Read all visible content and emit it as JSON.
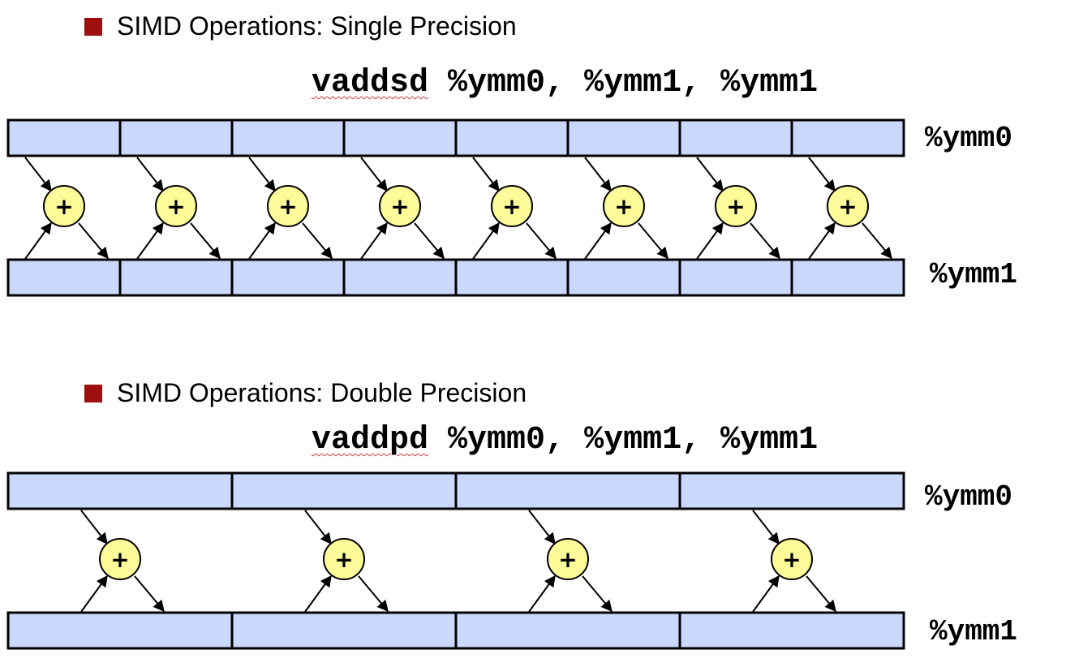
{
  "sections": [
    {
      "title": "SIMD Operations: Single Precision",
      "instruction": {
        "mnemonic": "vaddsd",
        "operands": " %ymm0, %ymm1, %ymm1"
      },
      "reg_top": "%ymm0",
      "reg_bottom": "%ymm1",
      "lanes": 8,
      "op_symbol": "+"
    },
    {
      "title": "SIMD Operations: Double Precision",
      "instruction": {
        "mnemonic": "vaddpd",
        "operands": " %ymm0, %ymm1, %ymm1"
      },
      "reg_top": "%ymm0",
      "reg_bottom": "%ymm1",
      "lanes": 4,
      "op_symbol": "+"
    }
  ],
  "colors": {
    "cell_fill": "#c9d8fb",
    "adder_fill": "#fdfb9a",
    "bullet": "#a00f0f"
  }
}
